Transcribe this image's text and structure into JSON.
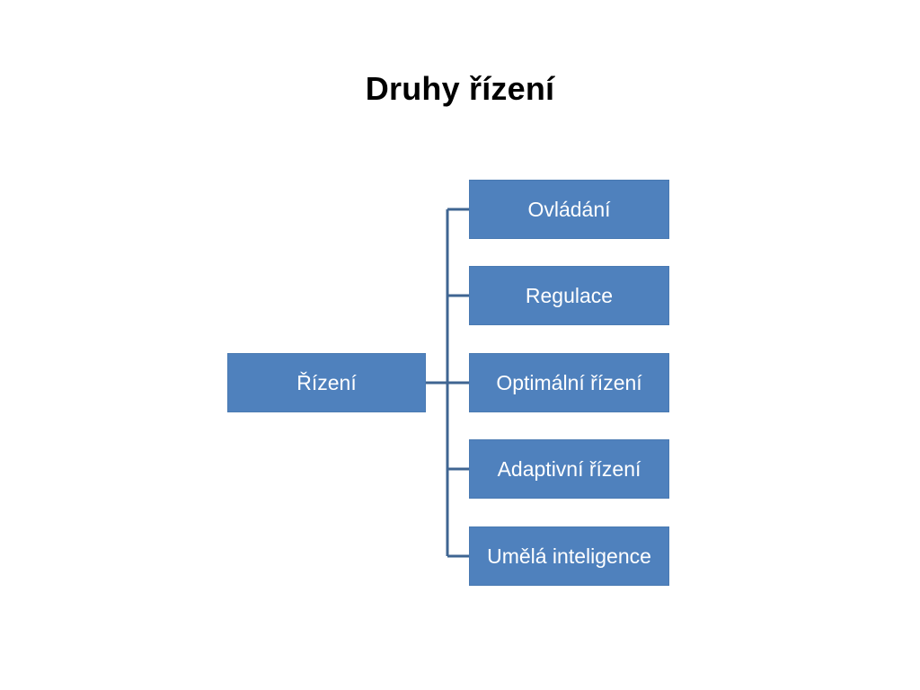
{
  "title": "Druhy řízení",
  "diagram": {
    "root": {
      "label": "Řízení"
    },
    "children": [
      {
        "label": "Ovládání"
      },
      {
        "label": "Regulace"
      },
      {
        "label": "Optimální řízení"
      },
      {
        "label": "Adaptivní řízení"
      },
      {
        "label": "Umělá inteligence"
      }
    ]
  },
  "colors": {
    "node_fill": "#4f81bd",
    "node_text": "#ffffff",
    "connector": "#3f6592",
    "title_text": "#000000"
  }
}
